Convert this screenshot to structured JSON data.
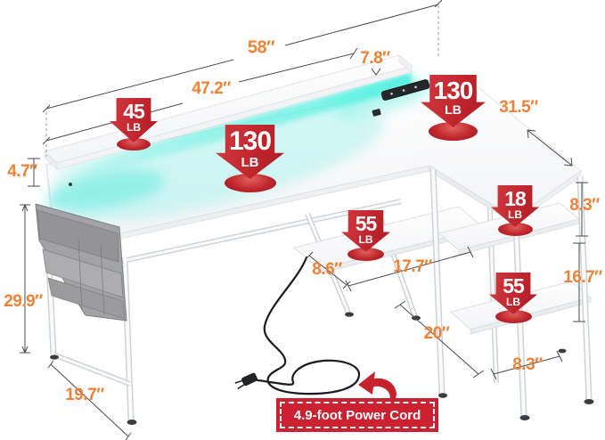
{
  "diagram": {
    "dims": {
      "total_width": "58″",
      "top_gap": "7.8″",
      "riser_width": "47.2″",
      "wing_length": "31.5″",
      "riser_height": "4.7″",
      "desk_height": "29.9″",
      "desk_depth": "19.7″",
      "mid_shelf_depth": "8.6″",
      "mid_shelf_width": "17.7″",
      "wing_width": "20″",
      "shelf_gap_top": "8.3″",
      "shelf_gap_mid": "16.7″",
      "bottom_shelf_depth": "8.3″"
    },
    "badges": {
      "riser": {
        "value": "45",
        "unit": "LB"
      },
      "main_desktop": {
        "value": "130",
        "unit": "LB"
      },
      "wing_desktop": {
        "value": "130",
        "unit": "LB"
      },
      "mid_shelf": {
        "value": "55",
        "unit": "LB"
      },
      "wing_top_shelf": {
        "value": "18",
        "unit": "LB"
      },
      "wing_bottom_shelf": {
        "value": "55",
        "unit": "LB"
      }
    },
    "banner": {
      "power_cord": "4.9-foot Power Cord"
    },
    "colors": {
      "dimension_orange": "#ED8237",
      "badge_red": "#C2262E",
      "banner_red": "#CB2130",
      "led_cyan": "#5FF0E2",
      "line_gray": "#4B4B4B"
    }
  }
}
